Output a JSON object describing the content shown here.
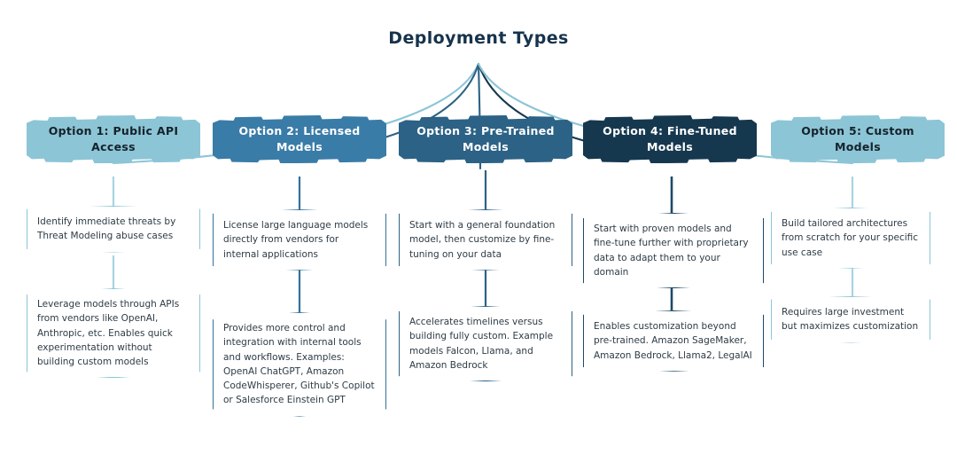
{
  "title": "Deployment Types",
  "palette": {
    "light_blue": "#8cc5d6",
    "mid_blue": "#3a7ca8",
    "mid_blue_2": "#2c6285",
    "dark_navy": "#16384f",
    "title_text": "#17334d",
    "body_text": "#2d3b45",
    "background": "#ffffff"
  },
  "columns": [
    {
      "header": "Option 1:  Public API\nAccess",
      "notes": [
        "Identify immediate threats by Threat Modeling abuse cases",
        "Leverage models through APIs from vendors like OpenAI, Anthropic, etc. Enables quick experimentation without building custom models"
      ]
    },
    {
      "header": "Option 2:  Licensed\nModels",
      "notes": [
        "License large language models directly from vendors for internal applications",
        "Provides more control and integration with internal tools and workflows. Examples: OpenAI ChatGPT, Amazon CodeWhisperer, Github's Copilot or Salesforce Einstein GPT"
      ]
    },
    {
      "header": "Option 3:  Pre-Trained\nModels",
      "notes": [
        "Start with a general foundation model, then customize by fine-tuning on your data",
        "Accelerates timelines versus building fully custom. Example models  Falcon, Llama, and Amazon Bedrock"
      ]
    },
    {
      "header": "Option 4:  Fine-Tuned\nModels",
      "notes": [
        "Start with proven models and fine-tune further with proprietary data to adapt them to your domain",
        "Enables customization beyond pre-trained. Amazon SageMaker, Amazon Bedrock, Llama2, LegalAI"
      ]
    },
    {
      "header": "Option 5: Custom\nModels",
      "notes": [
        "Build tailored architectures from scratch for your specific use case",
        "Requires large investment but maximizes customization"
      ]
    }
  ]
}
